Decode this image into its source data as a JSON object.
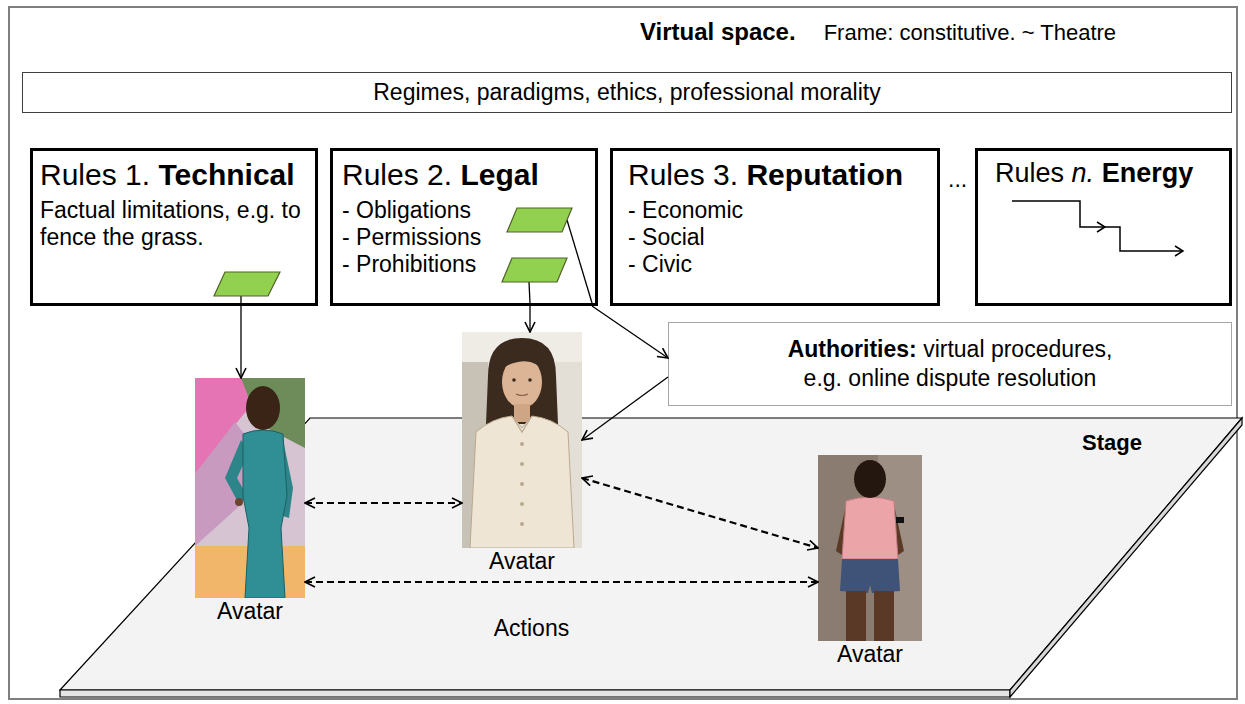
{
  "diagram": {
    "nodes": [
      {
        "text": [
          "Virtual space.",
          "Frame: constitutive. ~ Theatre"
        ]
      },
      {
        "text": [
          "Regimes, paradigms, ethics, professional morality"
        ],
        "in": 0
      },
      {
        "text": [
          "Rules 1.",
          "Technical",
          "Factual limitations, e.g. to fence the grass."
        ],
        "in": 0
      },
      {
        "text": [
          "Rules 2.",
          "Legal",
          "- Obligations",
          "- Permissions",
          "- Prohibitions"
        ],
        "in": 0
      },
      {
        "text": [
          "Rules 3.",
          "Reputation",
          "- Economic",
          "- Social",
          "- Civic"
        ],
        "in": 0
      },
      {
        "text": [
          "Rules",
          "n.",
          "Energy"
        ],
        "in": 0
      },
      {
        "text": [
          "Authorities:",
          "virtual procedures, e.g. online dispute resolution"
        ],
        "in": 0
      },
      {
        "text": [
          "Stage"
        ],
        "in": 0
      },
      {
        "text": [
          "Avatar"
        ],
        "in": 0
      },
      {
        "text": [
          "Avatar"
        ],
        "in": 0
      },
      {
        "text": [
          "Avatar"
        ],
        "in": 0
      }
    ],
    "edges": [
      {
        "from": 2,
        "to": 8,
        "arrow": "to"
      },
      {
        "from": 3,
        "to": 6,
        "arrow": "to"
      },
      {
        "from": 3,
        "to": 9,
        "arrow": "to"
      },
      {
        "from": 6,
        "to": 9,
        "arrow": "to"
      },
      {
        "from": 8,
        "to": 9,
        "arrow": "both"
      },
      {
        "from": 9,
        "to": 10,
        "arrow": "both"
      },
      {
        "from": 8,
        "to": 10,
        "arrow": "both",
        "label": "Actions"
      }
    ],
    "labels": [
      "..."
    ]
  }
}
